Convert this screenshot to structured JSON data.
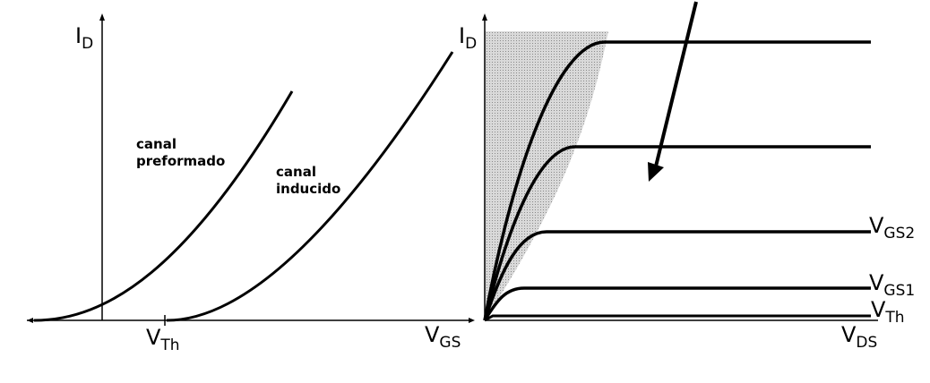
{
  "left_plot": {
    "y_axis_label": {
      "main": "I",
      "sub": "D"
    },
    "x_axis_label": {
      "main": "V",
      "sub": "GS"
    },
    "threshold_label": {
      "main": "V",
      "sub": "Th"
    },
    "curve_preformed": {
      "line1": "canal",
      "line2": "preformado"
    },
    "curve_induced": {
      "line1": "canal",
      "line2": "inducido"
    }
  },
  "right_plot": {
    "y_axis_label": {
      "main": "I",
      "sub": "D"
    },
    "x_axis_label": {
      "main": "V",
      "sub": "DS"
    },
    "curve_labels": [
      {
        "main": "V",
        "sub": "GS2"
      },
      {
        "main": "V",
        "sub": "GS1"
      },
      {
        "main": "V",
        "sub": "Th"
      }
    ]
  },
  "colors": {
    "line": "#000000",
    "ohmic_region": "#c6c6c6"
  }
}
